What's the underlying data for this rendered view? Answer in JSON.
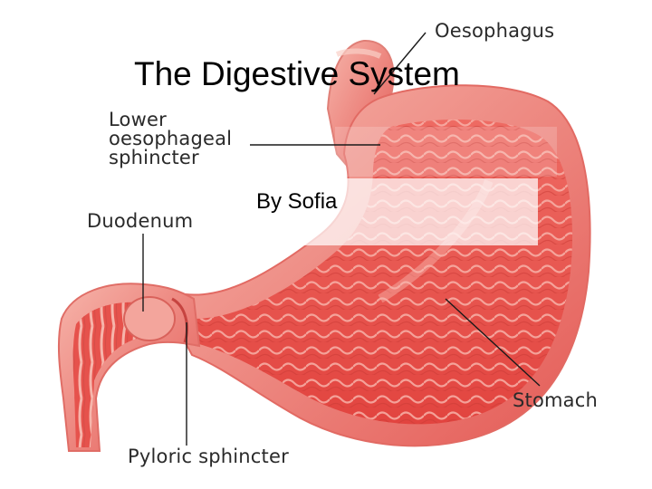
{
  "slide": {
    "title": "The Digestive System",
    "subtitle": "By Sofia"
  },
  "labels": {
    "oesophagus": "Oesophagus",
    "lower_sphincter": [
      "Lower",
      "oesophageal",
      "sphincter"
    ],
    "duodenum": "Duodenum",
    "stomach": "Stomach",
    "pyloric": "Pyloric sphincter"
  },
  "colors": {
    "tissue": "#e8514f",
    "tissue_light": "#f4a29a",
    "tissue_pale": "#fbd6cf",
    "wall_shadow": "#c8302d",
    "leader_line": "#1a1a1a",
    "text": "#2a2a2a"
  }
}
